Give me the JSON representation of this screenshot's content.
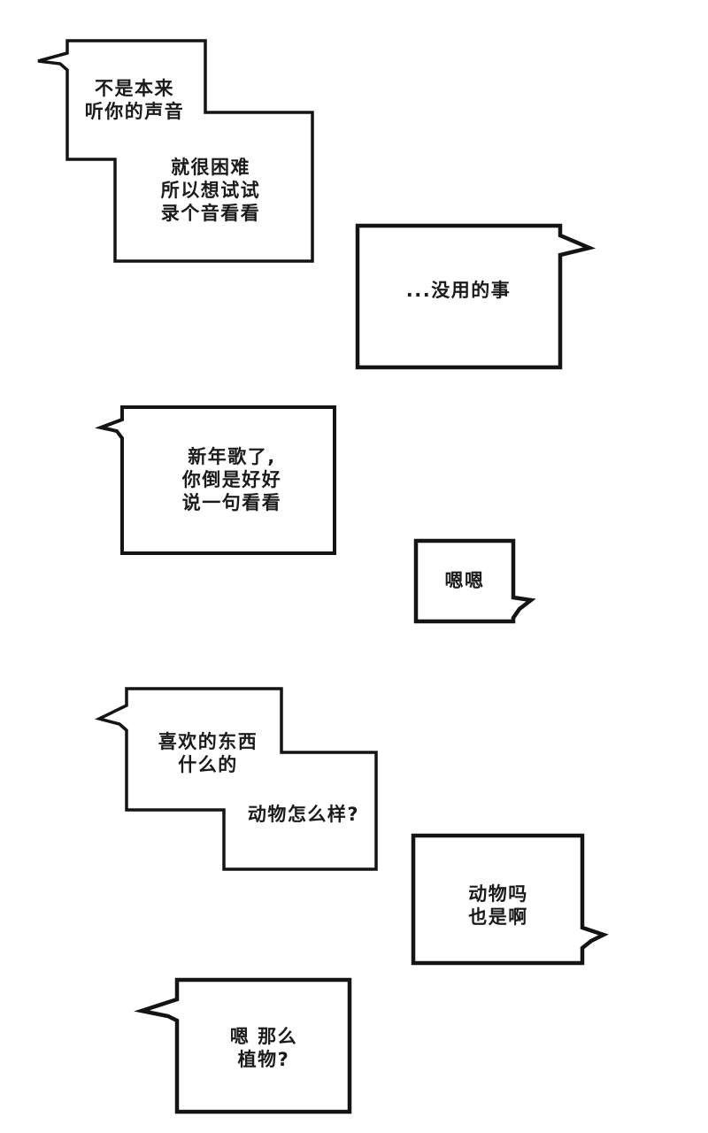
{
  "page": {
    "background": "#ffffff",
    "line_color": "#141414",
    "text_color": "#1b1b1b"
  },
  "bubbles": [
    {
      "name": "bubble-recording",
      "tail": "left",
      "blocks": [
        {
          "lines": [
            "不是本来",
            "听你的声音"
          ]
        },
        {
          "lines": [
            "就很困难",
            "所以想试试",
            "录个音看看"
          ]
        }
      ]
    },
    {
      "name": "bubble-useless",
      "tail": "right",
      "blocks": [
        {
          "lines": [
            "...没用的事"
          ]
        }
      ]
    },
    {
      "name": "bubble-new-year-song",
      "tail": "left",
      "blocks": [
        {
          "lines": [
            "新年歌了,",
            "你倒是好好",
            "说一句看看"
          ]
        }
      ]
    },
    {
      "name": "bubble-mhm",
      "tail": "right",
      "blocks": [
        {
          "lines": [
            "嗯嗯"
          ]
        }
      ]
    },
    {
      "name": "bubble-favorite-things",
      "tail": "left",
      "blocks": [
        {
          "lines": [
            "喜欢的东西",
            "什么的"
          ]
        },
        {
          "lines": [
            "动物怎么样?"
          ]
        }
      ]
    },
    {
      "name": "bubble-animals",
      "tail": "right",
      "blocks": [
        {
          "lines": [
            "动物吗",
            "也是啊"
          ]
        }
      ]
    },
    {
      "name": "bubble-plants",
      "tail": "left",
      "blocks": [
        {
          "lines": [
            "嗯 那么",
            "植物?"
          ]
        }
      ]
    }
  ]
}
